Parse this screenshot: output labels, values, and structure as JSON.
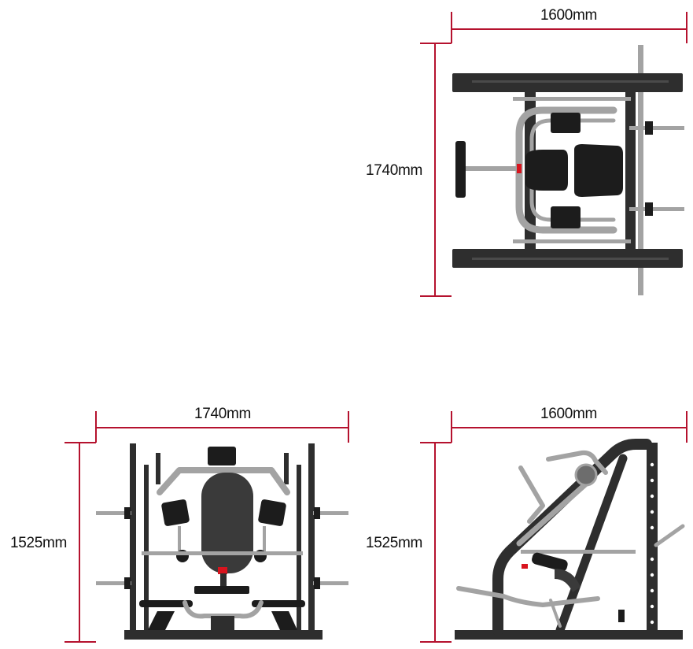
{
  "views": {
    "top": {
      "width_label": "1600mm",
      "depth_label": "1740mm"
    },
    "front": {
      "width_label": "1740mm",
      "height_label": "1525mm"
    },
    "side": {
      "width_label": "1600mm",
      "height_label": "1525mm"
    }
  },
  "colors": {
    "background": "#ffffff",
    "dimension_line": "#b5122e",
    "label_text": "#111111",
    "frame": "#2e2e2e",
    "pad": "#1c1c1c",
    "back_pad": "#3a3a3a",
    "steel": "#a3a3a3",
    "accent": "#d8141e"
  }
}
